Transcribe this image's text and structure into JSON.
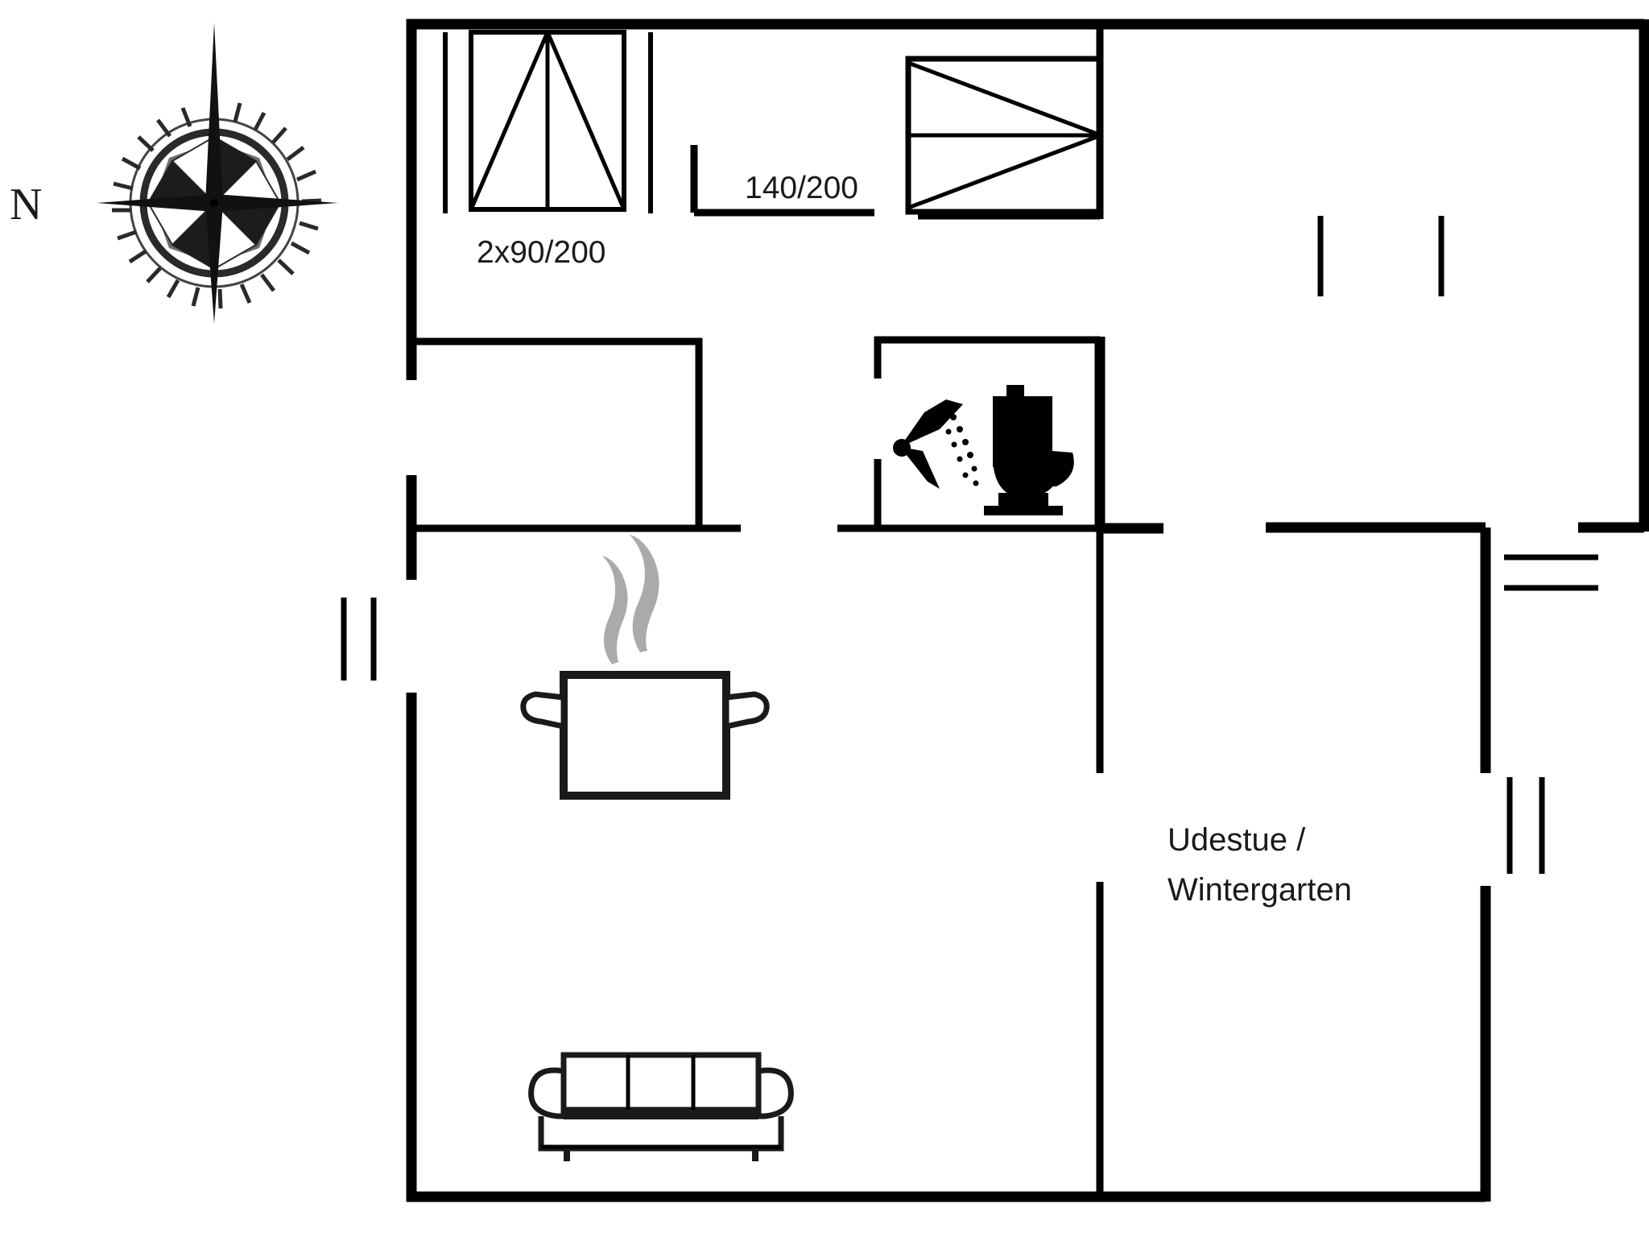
{
  "document": {
    "type": "floor-plan",
    "title": "Holiday house floor plan",
    "background_color": "#ffffff",
    "line_color": "#000000",
    "accent_color": "#aaaaaa"
  },
  "compass": {
    "label": "N",
    "name": "compass-rose",
    "description": "Compass rose indicating north to the left"
  },
  "annotations": [
    {
      "id": "door-double",
      "label": "2x90/200",
      "description": "Double french door 2x90/200"
    },
    {
      "id": "door-sliding",
      "label": "140/200",
      "description": "Sliding terrace door 140/200"
    }
  ],
  "rooms": [
    {
      "id": "wintergarden",
      "label": "Udestue /\nWintergarten",
      "line1": "Udestue /",
      "line2": "Wintergarten"
    },
    {
      "id": "bedroom",
      "label": ""
    },
    {
      "id": "bathroom",
      "label": ""
    },
    {
      "id": "living",
      "label": ""
    }
  ],
  "fixtures": [
    {
      "id": "shower",
      "icon": "shower-icon"
    },
    {
      "id": "toilet",
      "icon": "toilet-icon"
    },
    {
      "id": "stove",
      "icon": "cooking-pot-icon"
    },
    {
      "id": "sofa",
      "icon": "sofa-icon"
    }
  ],
  "openings": [
    {
      "id": "window-left-wall",
      "type": "window",
      "orientation": "vertical",
      "count": 2
    },
    {
      "id": "window-top-right",
      "type": "window",
      "orientation": "vertical",
      "count": 2
    },
    {
      "id": "window-right-upper",
      "type": "window",
      "orientation": "horizontal",
      "count": 2
    },
    {
      "id": "window-right-lower",
      "type": "window",
      "orientation": "vertical",
      "count": 2
    }
  ]
}
